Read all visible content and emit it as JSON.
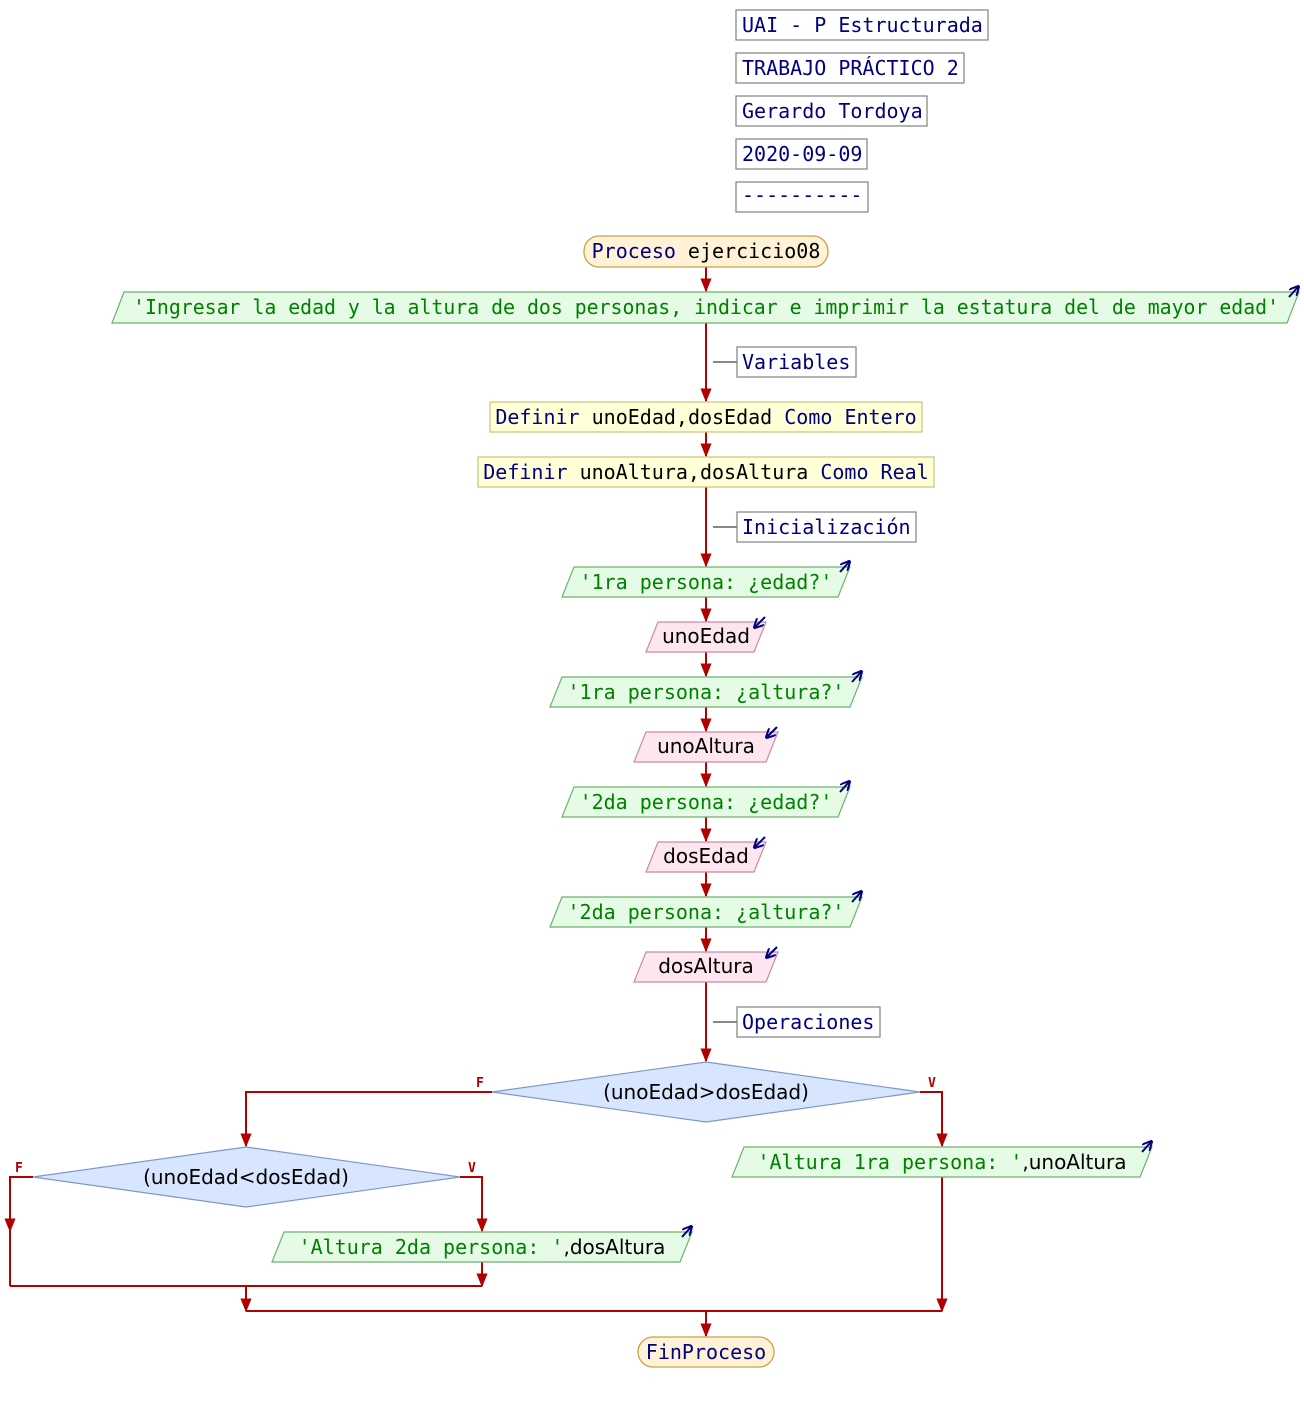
{
  "header_notes": [
    "UAI - P Estructurada",
    "TRABAJO PRÁCTICO 2",
    "Gerardo Tordoya",
    "2020-09-09",
    "----------"
  ],
  "process": {
    "keyword": "Proceso",
    "name": "ejercicio08",
    "end": "FinProceso"
  },
  "intro_output": "'Ingresar la edad y la altura de dos personas, indicar e imprimir la estatura del de mayor edad'",
  "comments": {
    "variables": "Variables",
    "init": "Inicialización",
    "ops": "Operaciones"
  },
  "definitions": [
    {
      "kw1": "Definir",
      "vars": "unoEdad,dosEdad",
      "kw2": "Como Entero"
    },
    {
      "kw1": "Definir",
      "vars": "unoAltura,dosAltura",
      "kw2": "Como Real"
    }
  ],
  "io": {
    "q1_edad": "'1ra persona: ¿edad?'",
    "r1_edad": "unoEdad",
    "q1_altura": "'1ra persona: ¿altura?'",
    "r1_altura": "unoAltura",
    "q2_edad": "'2da persona: ¿edad?'",
    "r2_edad": "dosEdad",
    "q2_altura": "'2da persona: ¿altura?'",
    "r2_altura": "dosAltura"
  },
  "decisions": {
    "outer": "(unoEdad>dosEdad)",
    "inner": "(unoEdad<dosEdad)",
    "true_label": "V",
    "false_label": "F"
  },
  "results": {
    "uno_str": "'Altura 1ra persona: '",
    "uno_var": ",unoAltura",
    "dos_str": "'Altura 2da persona: '",
    "dos_var": ",dosAltura"
  },
  "colors": {
    "flow": "#b00000",
    "keyword": "#000080",
    "string": "#008000",
    "output_fill": "#e6fbe6",
    "input_fill": "#fde6ef",
    "define_fill": "#ffffd8",
    "decision_fill": "#d7e5ff",
    "terminal_fill": "#fff2d6"
  }
}
